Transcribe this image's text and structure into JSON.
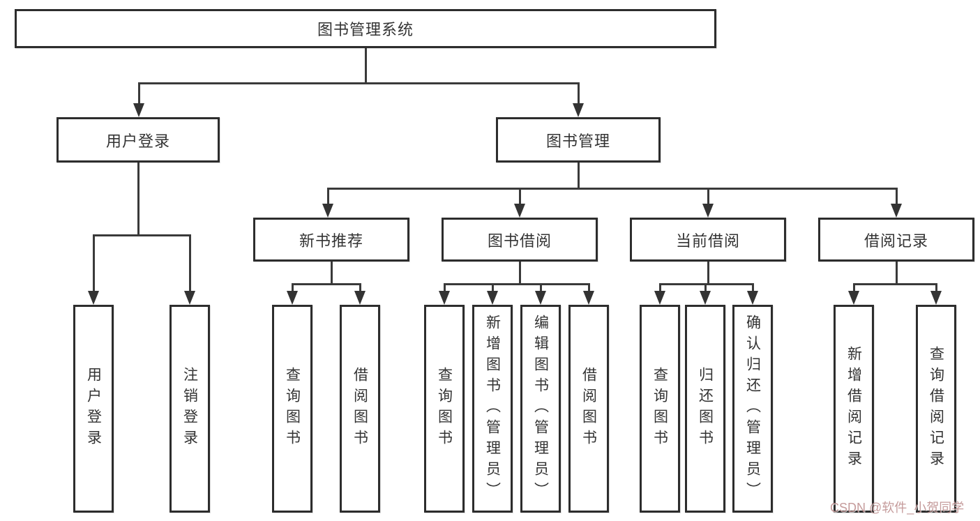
{
  "diagram": {
    "title": "图书管理系统",
    "type": "hierarchy-diagram"
  },
  "colors": {
    "border": "#2d2d2d",
    "line": "#3a3a3a",
    "text": "#333333",
    "background": "#ffffff",
    "watermark": "#bb8a8a"
  },
  "tree": {
    "root": {
      "label": "图书管理系统"
    },
    "branches": [
      {
        "label": "用户登录",
        "children": [
          {
            "label": "用户登录"
          },
          {
            "label": "注销登录"
          }
        ]
      },
      {
        "label": "图书管理",
        "children": [
          {
            "label": "新书推荐",
            "children": [
              {
                "label": "查询图书"
              },
              {
                "label": "借阅图书"
              }
            ]
          },
          {
            "label": "图书借阅",
            "children": [
              {
                "label": "查询图书"
              },
              {
                "label": "新增图书（管理员）"
              },
              {
                "label": "编辑图书（管理员）"
              },
              {
                "label": "借阅图书"
              }
            ]
          },
          {
            "label": "当前借阅",
            "children": [
              {
                "label": "查询图书"
              },
              {
                "label": "归还图书"
              },
              {
                "label": "确认归还（管理员）"
              }
            ]
          },
          {
            "label": "借阅记录",
            "children": [
              {
                "label": "新增借阅记录"
              },
              {
                "label": "查询借阅记录"
              }
            ]
          }
        ]
      }
    ]
  },
  "watermark": {
    "text": "CSDN @软件_小贺同学"
  }
}
